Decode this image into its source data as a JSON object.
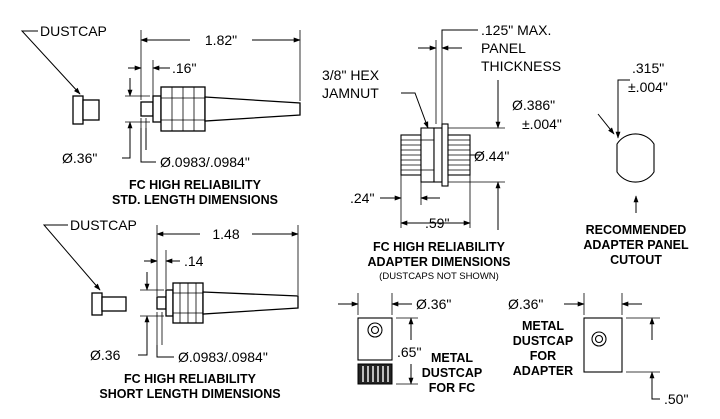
{
  "std": {
    "dustcap": "DUSTCAP",
    "dim_overall": "1.82\"",
    "dim_tip": ".16\"",
    "dim_dia": "Ø.36\"",
    "dim_ferrule": "Ø.0983/.0984\"",
    "title_1": "FC HIGH RELIABILITY",
    "title_2": "STD. LENGTH DIMENSIONS"
  },
  "short": {
    "dustcap": "DUSTCAP",
    "dim_overall": "1.48",
    "dim_tip": ".14",
    "dim_dia": "Ø.36",
    "dim_ferrule": "Ø.0983/.0984\"",
    "title_1": "FC HIGH RELIABILITY",
    "title_2": "SHORT LENGTH DIMENSIONS"
  },
  "adapter": {
    "panel_1": ".125\" MAX.",
    "panel_2": "PANEL",
    "panel_3": "THICKNESS",
    "hex_1": "3/8\" HEX",
    "hex_2": "JAMNUT",
    "dim_hex": "Ø.386\"",
    "dim_hex_tol": "±.004\"",
    "dim_body": "Ø.44\"",
    "dim_left": ".24\"",
    "dim_width": ".59\"",
    "title_1": "FC HIGH RELIABILITY",
    "title_2": "ADAPTER DIMENSIONS",
    "title_3": "(DUSTCAPS NOT SHOWN)"
  },
  "cutout": {
    "dim_1": ".315\"",
    "dim_2": "±.004\"",
    "title_1": "RECOMMENDED",
    "title_2": "ADAPTER PANEL",
    "title_3": "CUTOUT"
  },
  "cap_fc": {
    "dim_w": "Ø.36\"",
    "dim_h": ".65\"",
    "label_1": "METAL",
    "label_2": "DUSTCAP",
    "label_3": "FOR FC"
  },
  "cap_adapter": {
    "dim_w": "Ø.36\"",
    "dim_h": ".50\"",
    "label_1": "METAL",
    "label_2": "DUSTCAP",
    "label_3": "FOR",
    "label_4": "ADAPTER"
  }
}
